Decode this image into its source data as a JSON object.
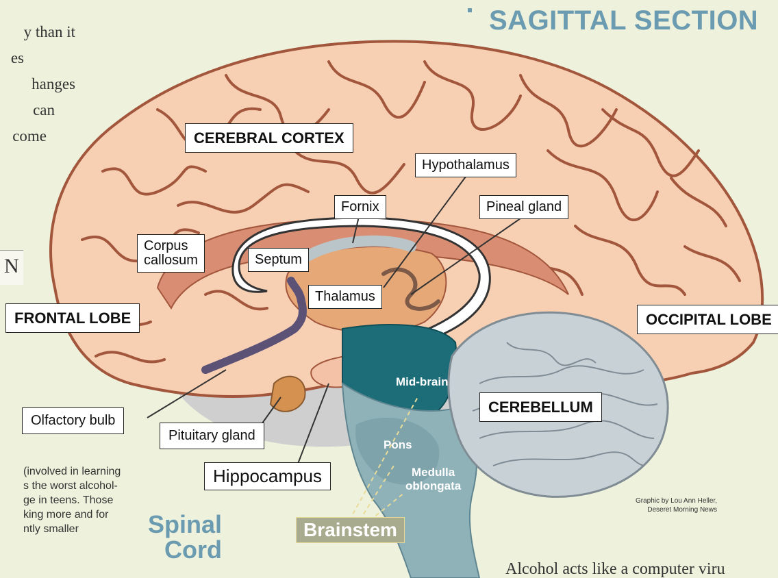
{
  "title": "SAGITTAL SECTION",
  "accent_color": "#6a9bb0",
  "labels": {
    "cerebral_cortex": "CEREBRAL CORTEX",
    "hypothalamus": "Hypothalamus",
    "fornix": "Fornix",
    "pineal_gland": "Pineal gland",
    "corpus_callosum_1": "Corpus",
    "corpus_callosum_2": "callosum",
    "septum": "Septum",
    "thalamus": "Thalamus",
    "frontal_lobe": "FRONTAL LOBE",
    "occipital_lobe": "OCCIPITAL LOBE",
    "mid_brain": "Mid-brain",
    "cerebellum": "CEREBELLUM",
    "olfactory_bulb": "Olfactory bulb",
    "pituitary_gland": "Pituitary gland",
    "pons": "Pons",
    "medulla_1": "Medulla",
    "medulla_2": "oblongata",
    "hippocampus": "Hippocampus",
    "spinal_cord_1": "Spinal",
    "spinal_cord_2": "Cord",
    "brainstem": "Brainstem"
  },
  "credit": {
    "line1": "Graphic by Lou Ann Heller,",
    "line2": "Deseret Morning News"
  },
  "left_text": [
    "y than it",
    "es",
    "hanges",
    "can",
    "come"
  ],
  "left_fragment": "N",
  "bottom_left_text": [
    "(involved in learning",
    "s the worst alcohol-",
    "ge in teens. Those",
    "king more and for",
    "ntly smaller"
  ],
  "bottom_right_text": "Alcohol acts like a computer viru"
}
